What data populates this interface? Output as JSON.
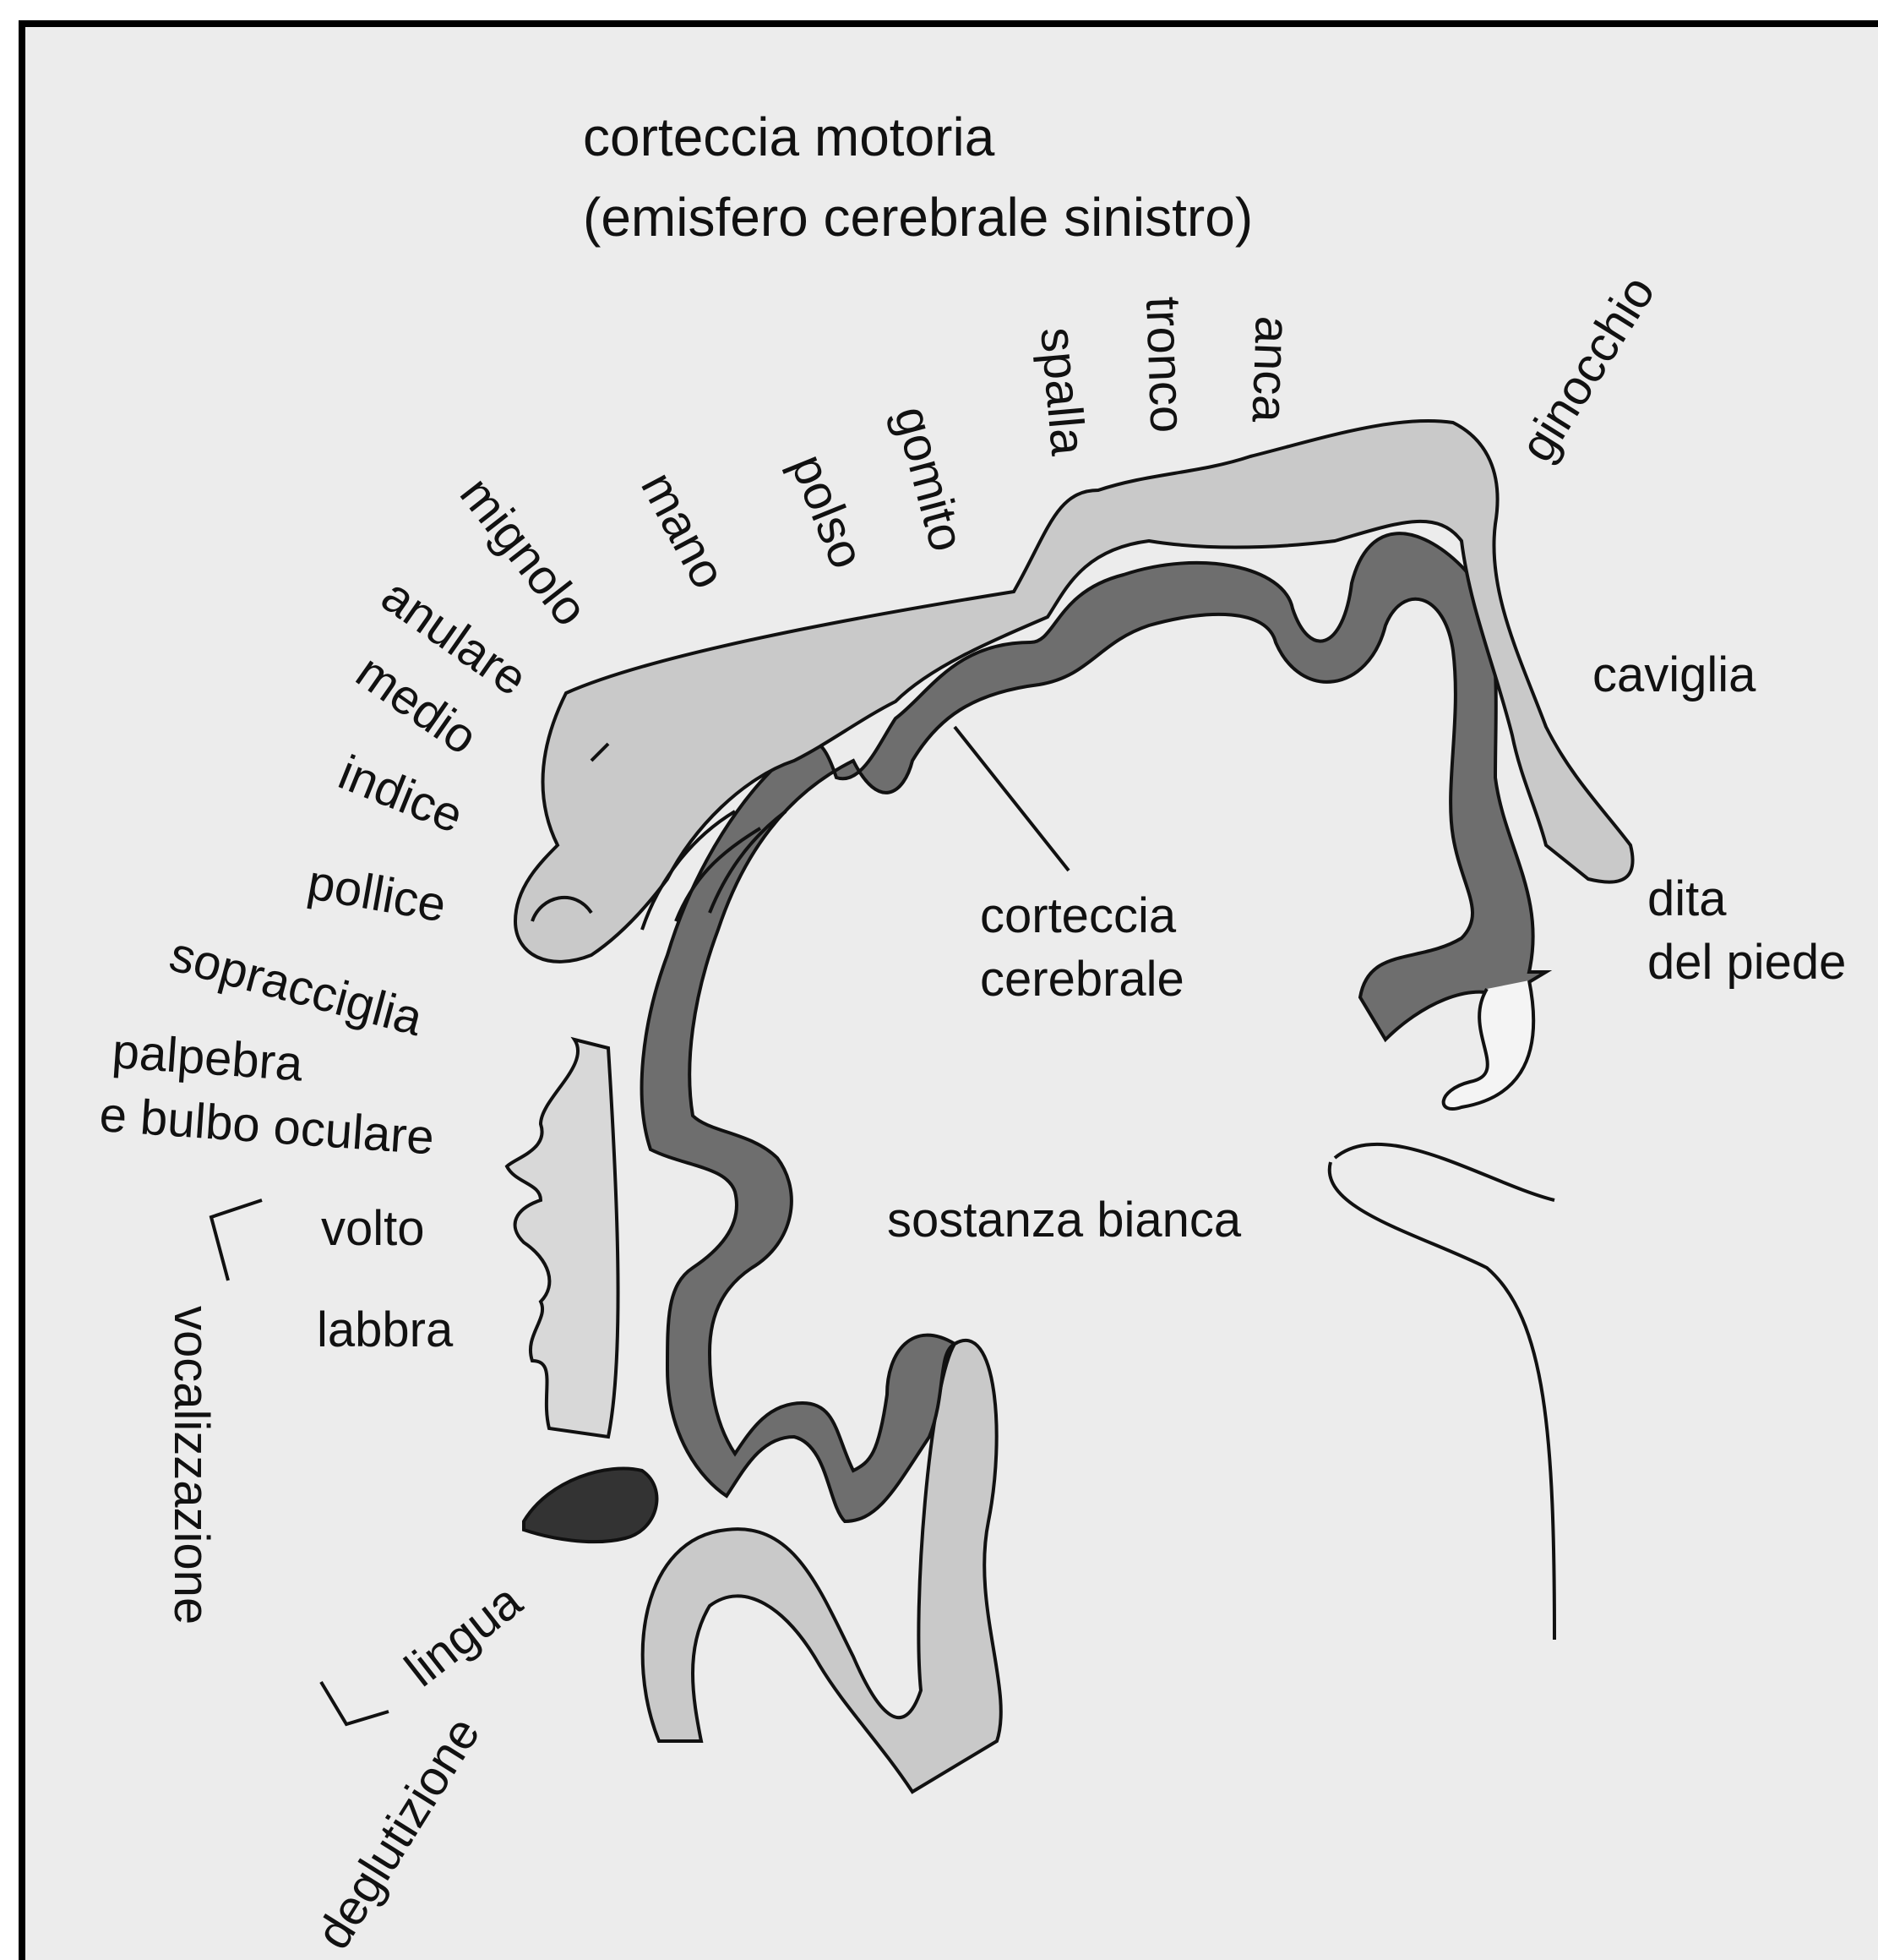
{
  "title": {
    "line1": "corteccia motoria",
    "line2": "(emisfero cerebrale sinistro)"
  },
  "body_parts": {
    "mignolo": "mignolo",
    "mano": "mano",
    "polso": "polso",
    "gomito": "gomito",
    "spalla": "spalla",
    "tronco": "tronco",
    "anca": "anca",
    "ginocchio": "ginocchio",
    "caviglia": "caviglia",
    "dita_piede_1": "dita",
    "dita_piede_2": "del piede",
    "anulare": "anulare",
    "medio": "medio",
    "indice": "indice",
    "pollice": "pollice",
    "sopracciglia": "sopracciglia",
    "palpebra_1": "palpebra",
    "palpebra_2": "e bulbo oculare",
    "volto": "volto",
    "labbra": "labbra",
    "lingua": "lingua",
    "vocalizzazione": "vocalizzazione",
    "deglutizione": "deglutizione"
  },
  "regions": {
    "corteccia_1": "corteccia",
    "corteccia_2": "cerebrale",
    "sostanza_bianca": "sostanza bianca"
  },
  "colors": {
    "background": "#ececec",
    "cortex": "#6e6e6e",
    "homunculus": "#c9c9c9",
    "outline": "#111111"
  }
}
